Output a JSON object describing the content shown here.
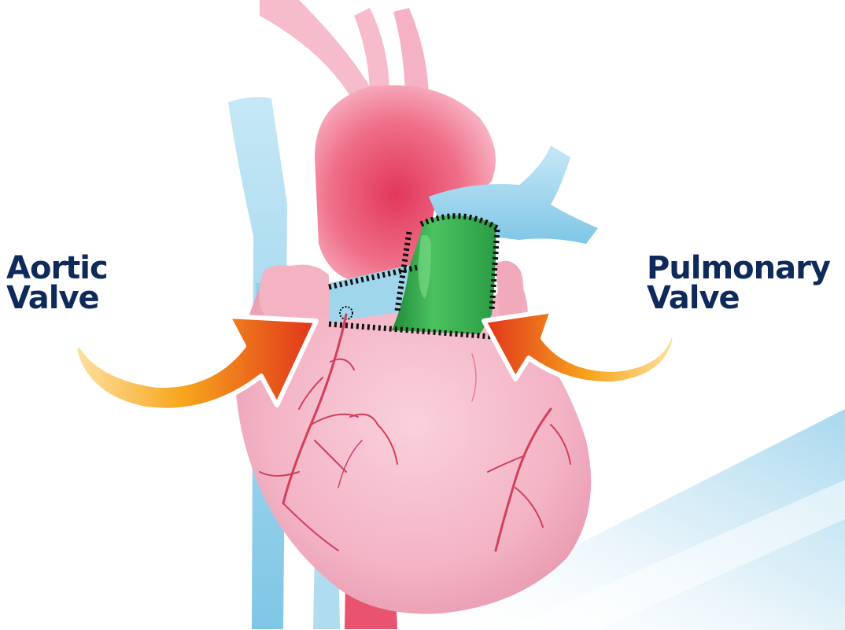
{
  "labels": {
    "aortic": {
      "line1": "Aortic",
      "line2": "Valve"
    },
    "pulmonary": {
      "line1": "Pulmonary",
      "line2": "Valve"
    }
  },
  "colors": {
    "label_text": "#0e2a5a",
    "heart_pink": "#f4b8c8",
    "aorta_red": "#e8536f",
    "vein_blue": "#8fd0ea",
    "graft_green": "#2ea84a",
    "artery_red": "#d2405a",
    "arrow_orange": "#f28a1e",
    "arrow_red": "#e03a1e",
    "suture": "#111111"
  },
  "icons": {
    "left_arrow": "curved-arrow-icon",
    "right_arrow": "curved-arrow-icon"
  }
}
